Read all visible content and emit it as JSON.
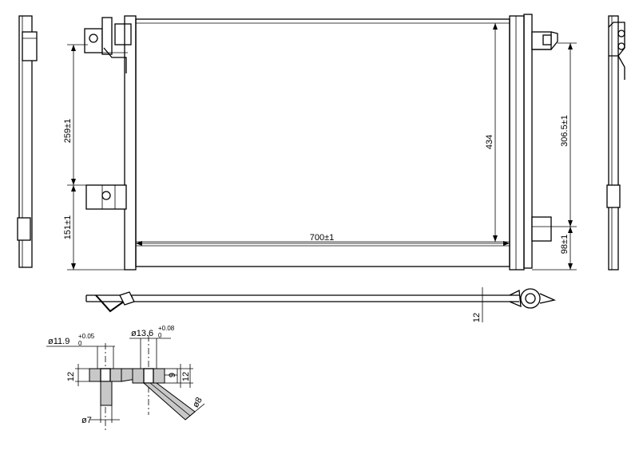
{
  "dimensions": {
    "width": "700±1",
    "height": "434",
    "upper_left": "259±1",
    "lower_left": "151±1",
    "right_upper": "306.5±1",
    "right_lower": "98±1",
    "thickness": "12"
  },
  "detail": {
    "bore1": "ø11.9",
    "bore1_tol_upper": "+0.05",
    "bore1_tol_lower": "0",
    "bore2": "ø13.6",
    "bore2_tol_upper": "+0.08",
    "bore2_tol_lower": "0",
    "pipe1": "ø7",
    "pipe2": "ø8",
    "height1": "12",
    "height2": "9",
    "height3": "12"
  }
}
